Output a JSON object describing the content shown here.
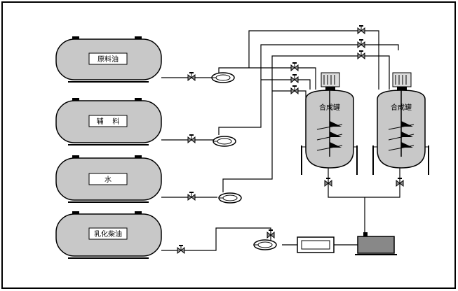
{
  "tanks": [
    {
      "label": "原料油"
    },
    {
      "label": "辅    料"
    },
    {
      "label": "水"
    },
    {
      "label": "乳化柴油"
    }
  ],
  "reactors": [
    {
      "label": "合成罐"
    },
    {
      "label": "合成罐"
    }
  ],
  "colors": {
    "tank_fill": "#c8c8c8",
    "label_box": "#ffffff",
    "line": "#000000",
    "background": "#ffffff"
  }
}
